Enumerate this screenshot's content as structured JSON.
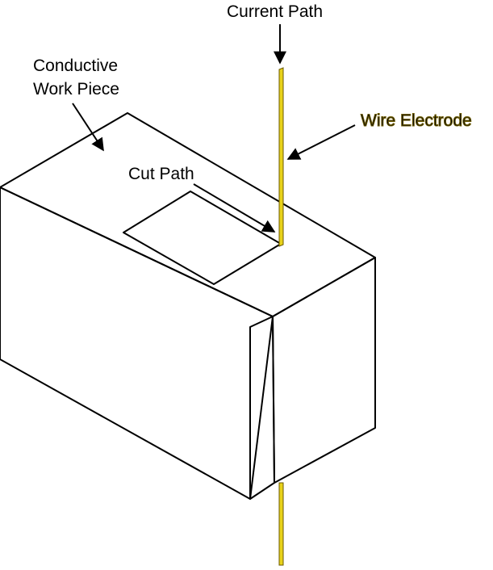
{
  "labels": {
    "current_path": "Current Path",
    "workpiece_line1": "Conductive",
    "workpiece_line2": "Work Piece",
    "wire_electrode": "Wire Electrode",
    "cut_path": "Cut Path"
  },
  "colors": {
    "outline": "#000000",
    "background": "#ffffff",
    "wire_fill": "#e8d21a",
    "wire_edge": "#6b5a00"
  }
}
